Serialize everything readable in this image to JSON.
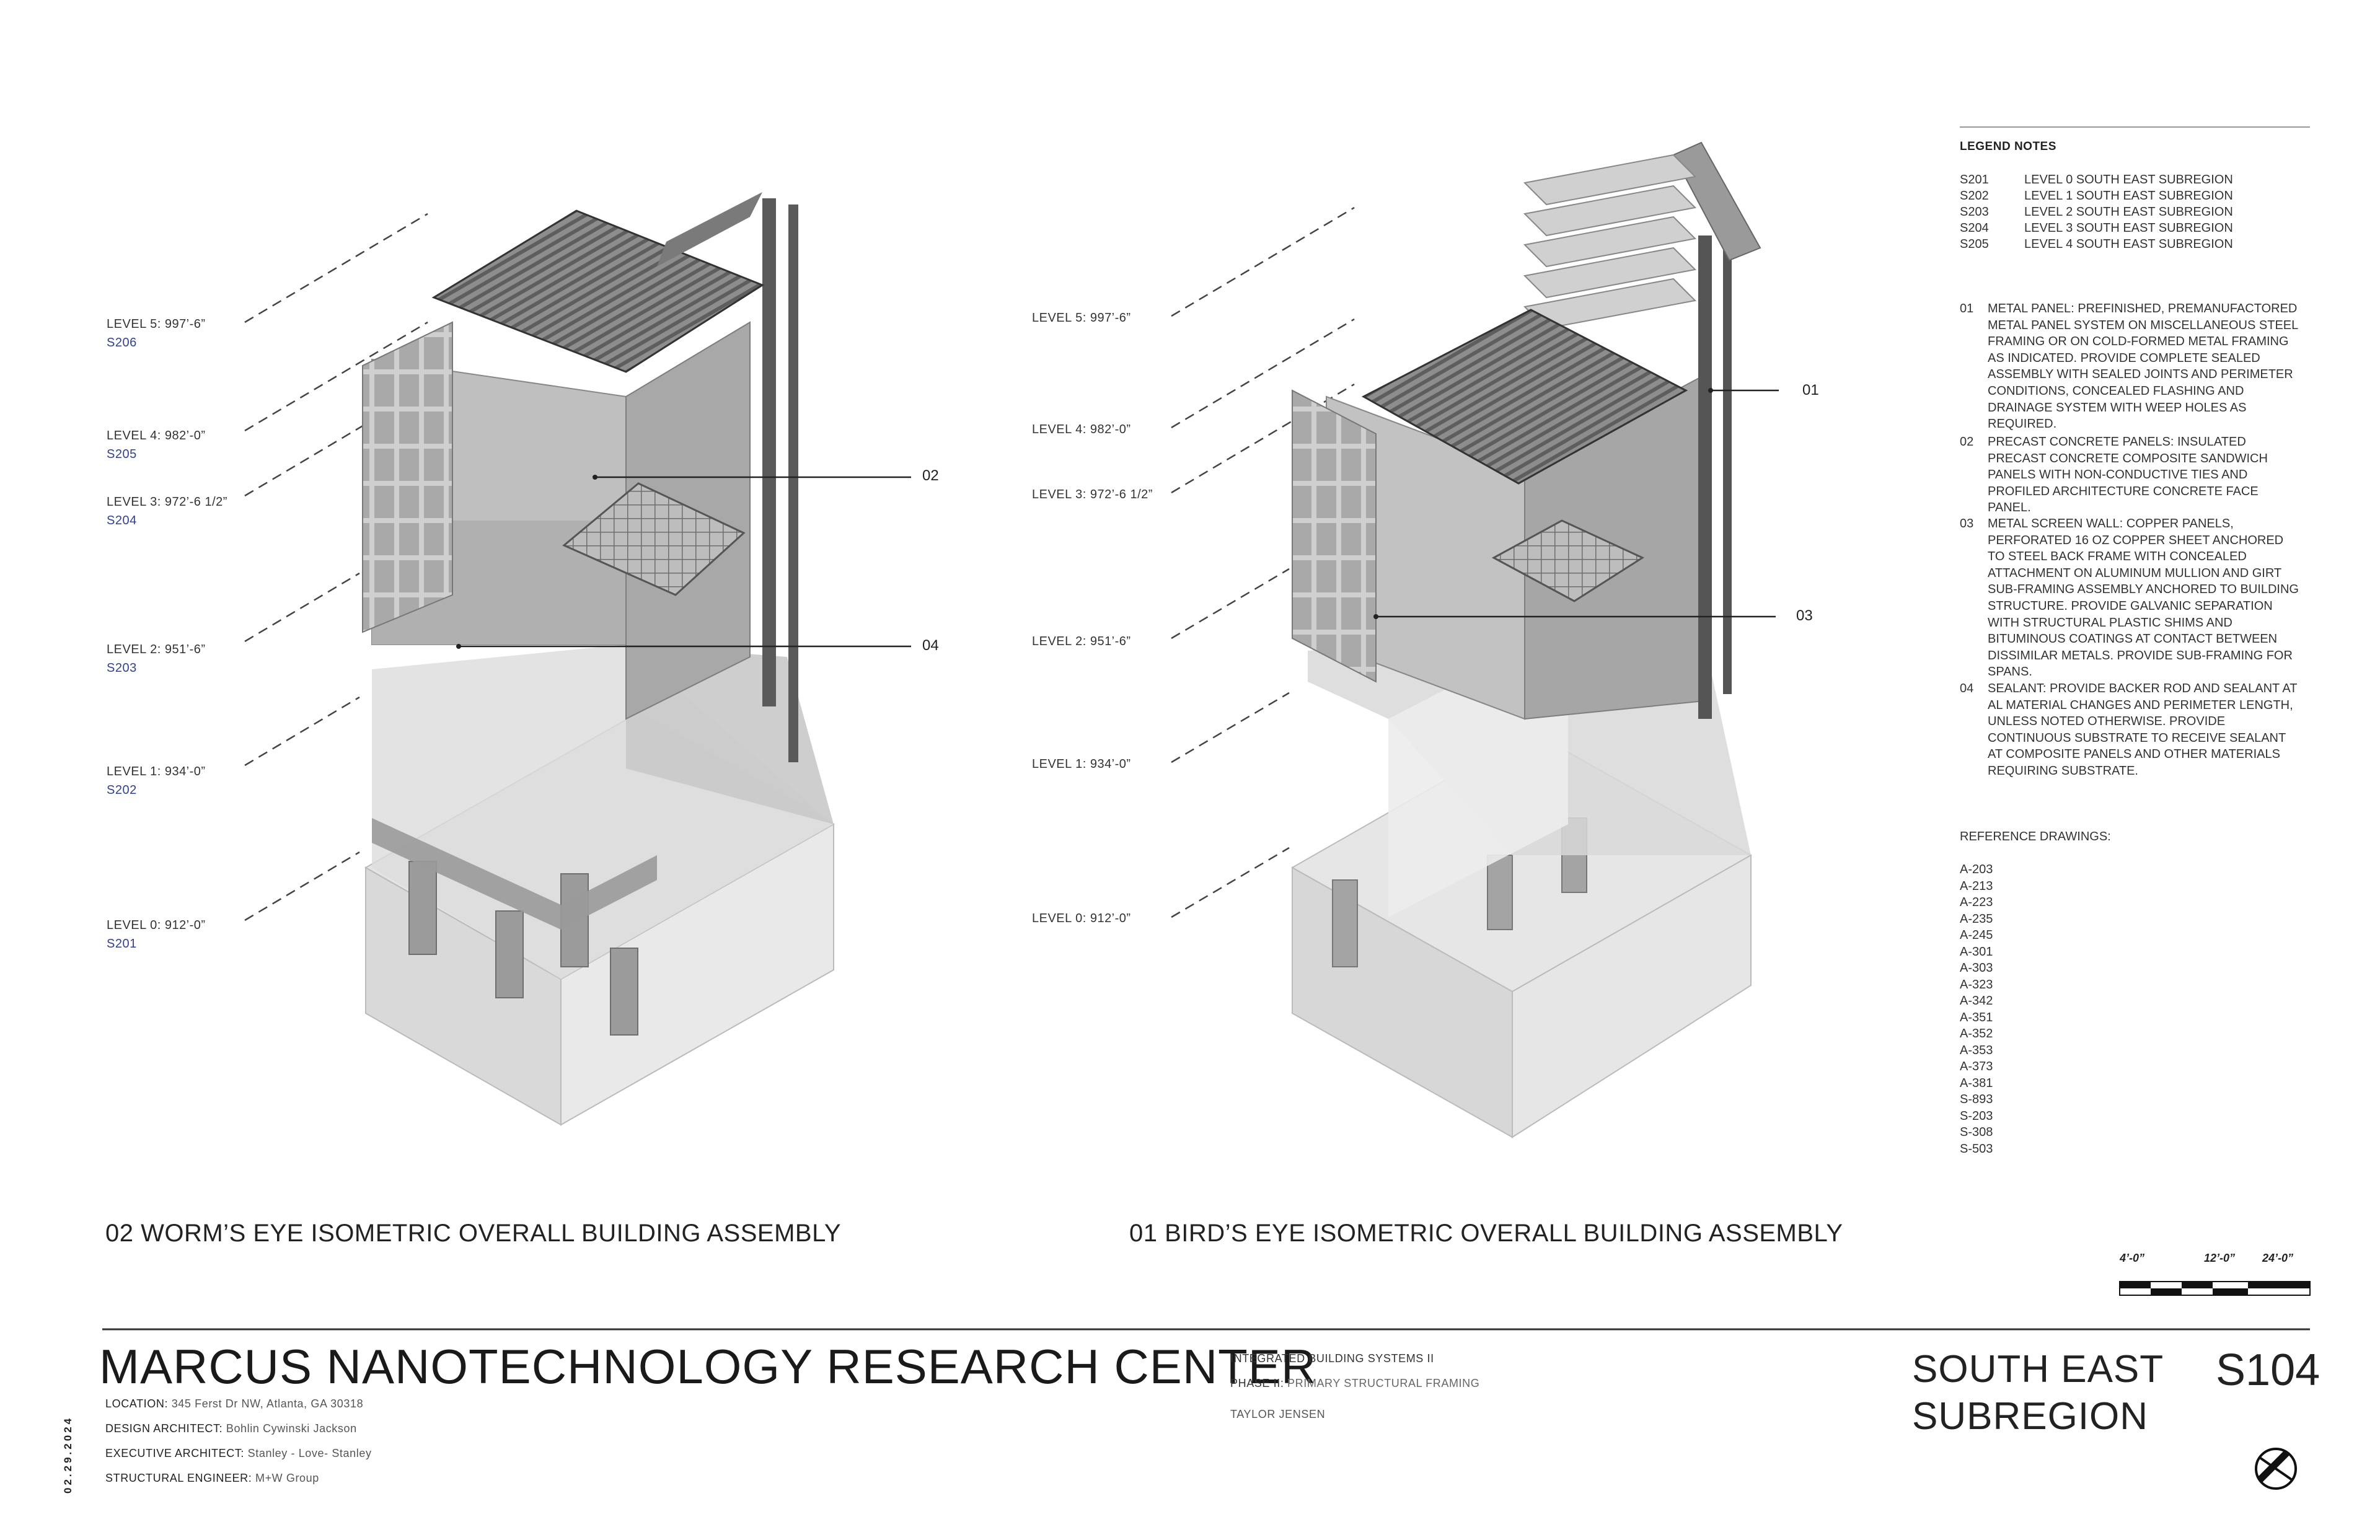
{
  "sheet": {
    "project_title": "MARCUS NANOTECHNOLOGY RESEARCH CENTER",
    "course": "INTEGRATED BUILDING SYSTEMS II",
    "phase_label": "PHASE II:",
    "phase_value": "PRIMARY STRUCTURAL FRAMING",
    "author": "TAYLOR JENSEN",
    "region_line1": "SOUTH EAST",
    "region_line2": "SUBREGION",
    "sheet_number": "S104",
    "date": "02.29.2024",
    "location_label": "LOCATION:",
    "location_value": "345 Ferst Dr NW, Atlanta, GA 30318",
    "design_arch_label": "DESIGN ARCHITECT:",
    "design_arch_value": "Bohlin Cywinski Jackson",
    "exec_arch_label": "EXECUTIVE ARCHITECT:",
    "exec_arch_value": "Stanley - Love- Stanley",
    "struct_eng_label": "STRUCTURAL ENGINEER:",
    "struct_eng_value": "M+W Group"
  },
  "captions": {
    "left": "02 WORM’S EYE ISOMETRIC OVERALL BUILDING ASSEMBLY",
    "right": "01 BIRD’S EYE ISOMETRIC OVERALL BUILDING ASSEMBLY"
  },
  "left_levels": [
    {
      "label": "LEVEL 5: 997’-6”",
      "ref": "S206"
    },
    {
      "label": "LEVEL 4: 982’-0”",
      "ref": "S205"
    },
    {
      "label": "LEVEL 3: 972’-6 1/2”",
      "ref": "S204"
    },
    {
      "label": "LEVEL 2: 951’-6”",
      "ref": "S203"
    },
    {
      "label": "LEVEL 1: 934’-0”",
      "ref": "S202"
    },
    {
      "label": "LEVEL 0: 912’-0”",
      "ref": "S201"
    }
  ],
  "right_levels": [
    {
      "label": "LEVEL 5: 997’-6”"
    },
    {
      "label": "LEVEL 4: 982’-0”"
    },
    {
      "label": "LEVEL 3: 972’-6 1/2”"
    },
    {
      "label": "LEVEL 2: 951’-6”"
    },
    {
      "label": "LEVEL 1: 934’-0”"
    },
    {
      "label": "LEVEL 0: 912’-0”"
    }
  ],
  "callouts": {
    "c02": "02",
    "c04": "04",
    "c01": "01",
    "c03": "03"
  },
  "legend": {
    "title": "LEGEND NOTES",
    "subregions": [
      {
        "code": "S201",
        "desc": "LEVEL 0 SOUTH EAST SUBREGION"
      },
      {
        "code": "S202",
        "desc": "LEVEL 1 SOUTH EAST SUBREGION"
      },
      {
        "code": "S203",
        "desc": "LEVEL 2 SOUTH EAST SUBREGION"
      },
      {
        "code": "S204",
        "desc": "LEVEL 3 SOUTH EAST SUBREGION"
      },
      {
        "code": "S205",
        "desc": "LEVEL 4 SOUTH EAST SUBREGION"
      }
    ],
    "notes": [
      {
        "num": "01",
        "text": "METAL PANEL: PREFINISHED, PREMANUFACTORED METAL PANEL SYSTEM ON MISCELLANEOUS STEEL FRAMING OR ON COLD-FORMED METAL FRAMING AS INDICATED. PROVIDE COMPLETE SEALED ASSEMBLY WITH SEALED JOINTS AND PERIMETER CONDITIONS, CONCEALED FLASHING AND DRAINAGE SYSTEM WITH WEEP HOLES AS REQUIRED."
      },
      {
        "num": "02",
        "text": "PRECAST CONCRETE PANELS: INSULATED PRECAST CONCRETE COMPOSITE SANDWICH PANELS WITH NON-CONDUCTIVE TIES AND PROFILED ARCHITECTURE CONCRETE FACE PANEL."
      },
      {
        "num": "03",
        "text": "METAL SCREEN WALL: COPPER PANELS, PERFORATED 16 OZ COPPER SHEET ANCHORED TO STEEL BACK FRAME WITH CONCEALED ATTACHMENT ON ALUMINUM MULLION AND GIRT SUB-FRAMING ASSEMBLY ANCHORED TO BUILDING STRUCTURE. PROVIDE GALVANIC SEPARATION WITH STRUCTURAL PLASTIC SHIMS AND BITUMINOUS COATINGS AT CONTACT BETWEEN DISSIMILAR METALS. PROVIDE SUB-FRAMING FOR SPANS."
      },
      {
        "num": "04",
        "text": "SEALANT: PROVIDE BACKER ROD AND SEALANT AT AL MATERIAL CHANGES AND PERIMETER LENGTH, UNLESS NOTED OTHERWISE. PROVIDE CONTINUOUS SUBSTRATE TO RECEIVE SEALANT AT COMPOSITE PANELS AND OTHER MATERIALS REQUIRING SUBSTRATE."
      }
    ],
    "ref_title": "REFERENCE DRAWINGS:",
    "ref_drawings": [
      "A-203",
      "A-213",
      "A-223",
      "A-235",
      "A-245",
      "A-301",
      "A-303",
      "A-323",
      "A-342",
      "A-351",
      "A-352",
      "A-353",
      "A-373",
      "A-381",
      "S-893",
      "S-203",
      "S-308",
      "S-503"
    ]
  },
  "scale": {
    "s1": "4’-0”",
    "s2": "12’-0”",
    "s3": "24’-0”"
  }
}
